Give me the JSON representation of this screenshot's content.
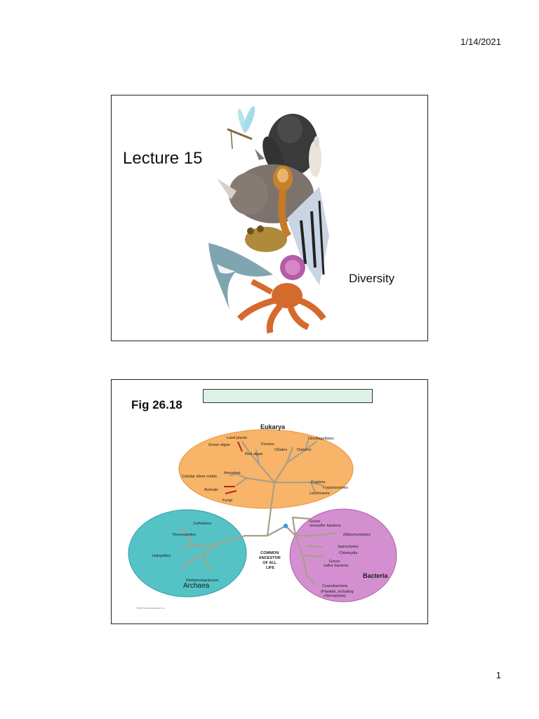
{
  "page": {
    "date": "1/14/2021",
    "page_number": "1"
  },
  "slide1": {
    "title": "Lecture 15",
    "subtitle": "Diversity"
  },
  "slide2": {
    "figure_label": "Fig 26.18",
    "domains": {
      "eukarya": "Eukarya",
      "archaea": "Archaea",
      "bacteria": "Bacteria"
    },
    "eukarya_taxa": [
      "Land plants",
      "Green algae",
      "Red algae",
      "Forams",
      "Ciliates",
      "Dinoflagellates",
      "Diatoms",
      "Amoebas",
      "Cellular slime molds",
      "Euglena",
      "Trypanosomes",
      "Leishmania",
      "Animals",
      "Fungi"
    ],
    "archaea_taxa": [
      "Sulfolobus",
      "Thermophiles",
      "Halophiles",
      "Methanobacterium"
    ],
    "bacteria_taxa": [
      "Green nonsulfur bacteria",
      "(Mitochondrion)",
      "Spirochetes",
      "Chlamydia",
      "Green sulfur bacteria",
      "Cyanobacteria",
      "(Plastids, including chloroplasts)"
    ],
    "common_ancestor": [
      "COMMON",
      "ANCESTOR",
      "OF ALL",
      "LIFE"
    ],
    "copyright": "© 2011 Pearson Education, Inc.",
    "colors": {
      "eukarya": "#f8b468",
      "archaea": "#55c3c6",
      "bacteria": "#d48fd0",
      "branch": "#a89f8a",
      "ancestor": "#2fa0d8",
      "fig_bar": "#ddf1e6"
    }
  }
}
